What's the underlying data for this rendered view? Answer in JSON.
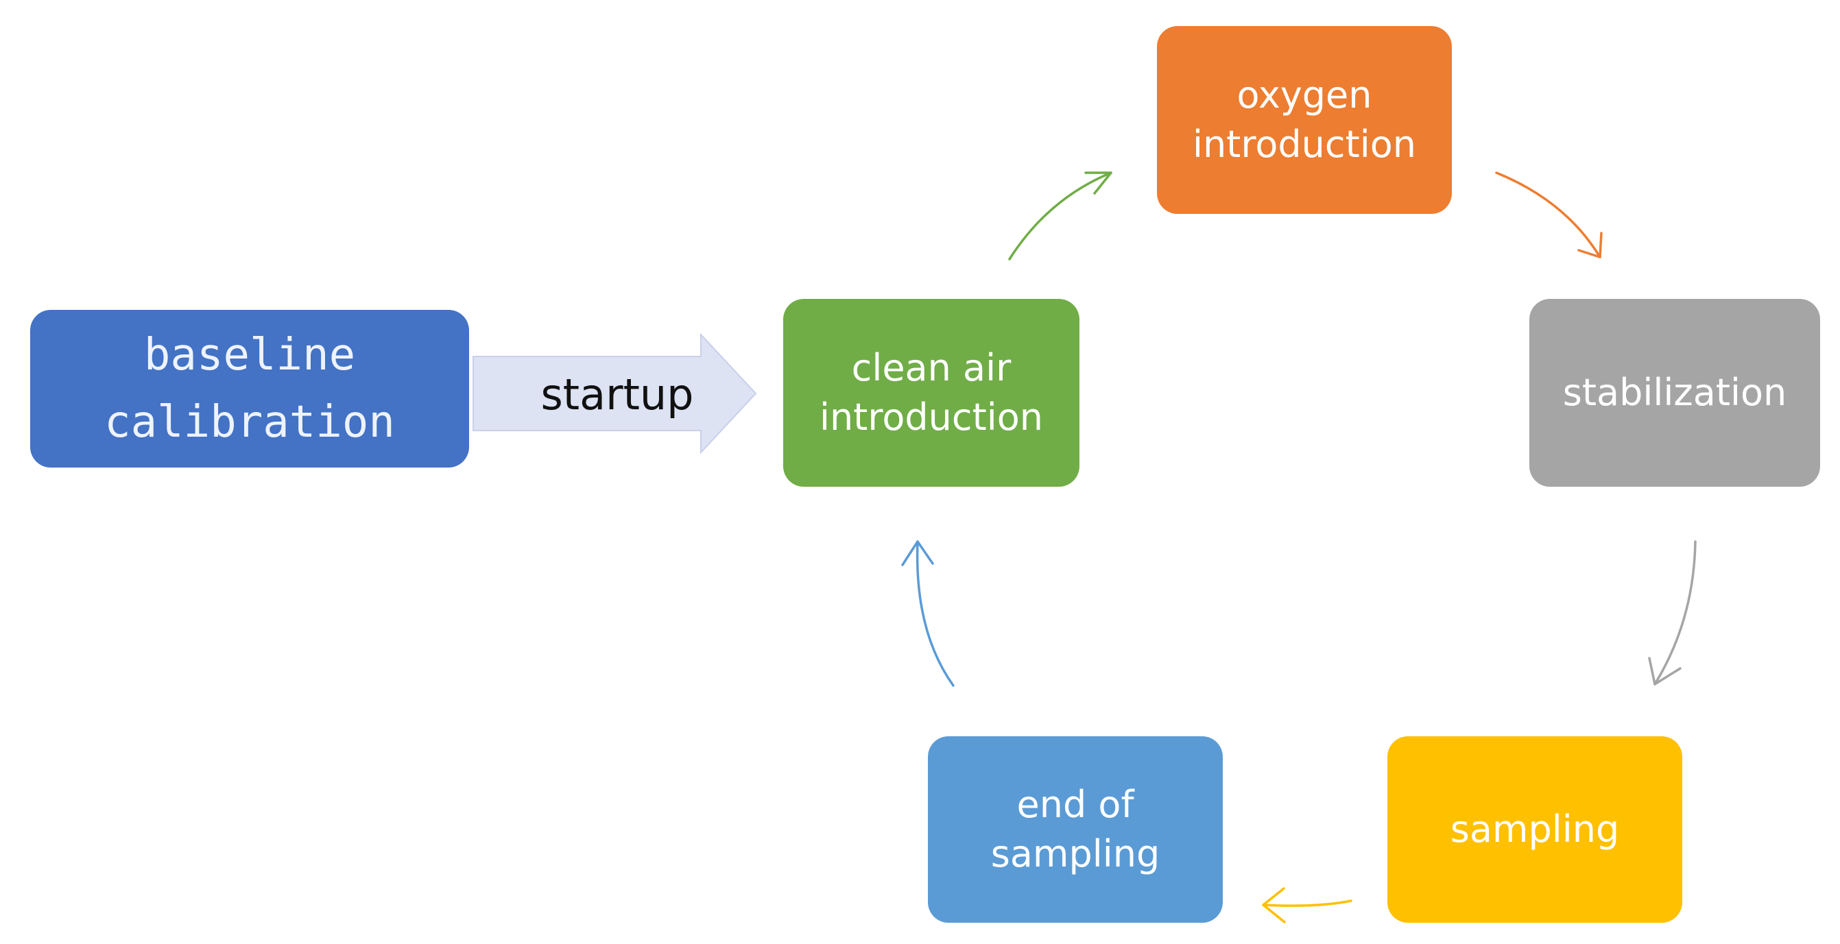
{
  "nodes": {
    "baseline": {
      "lines": [
        "baseline",
        "calibration"
      ],
      "color": "#4472c4"
    },
    "clean_air": {
      "lines": [
        "clean air",
        "introduction"
      ],
      "color": "#70ad47"
    },
    "oxygen": {
      "lines": [
        "oxygen",
        "introduction"
      ],
      "color": "#ed7d31"
    },
    "stabilization": {
      "lines": [
        "stabilization"
      ],
      "color": "#a5a5a5"
    },
    "sampling": {
      "lines": [
        "sampling"
      ],
      "color": "#ffc000"
    },
    "end_sampling": {
      "lines": [
        "end of",
        "sampling"
      ],
      "color": "#5b9bd5"
    }
  },
  "connector": {
    "label": "startup",
    "color": "#dde3f3"
  },
  "arrow_colors": {
    "clean_air_to_oxygen": "#70ad47",
    "oxygen_to_stabilization": "#ed7d31",
    "stabilization_to_sampling": "#a5a5a5",
    "sampling_to_end": "#ffc000",
    "end_to_clean_air": "#5b9bd5"
  }
}
